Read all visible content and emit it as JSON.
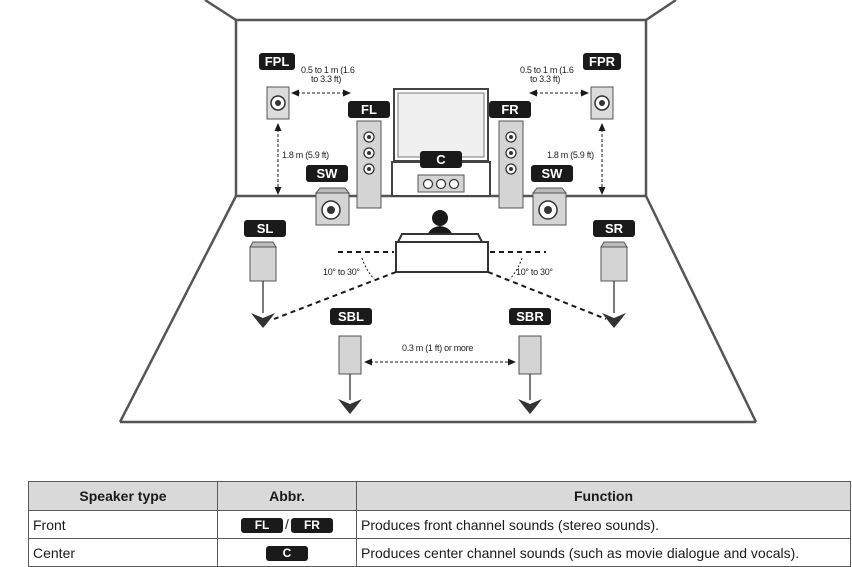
{
  "speakers": {
    "fpl": "FPL",
    "fpr": "FPR",
    "fl": "FL",
    "fr": "FR",
    "c": "C",
    "sw_left": "SW",
    "sw_right": "SW",
    "sl": "SL",
    "sr": "SR",
    "sbl": "SBL",
    "sbr": "SBR"
  },
  "annotations": {
    "presence_left_line1": "0.5 to 1 m (1.6",
    "presence_left_line2": "to 3.3 ft)",
    "presence_right_line1": "0.5 to 1 m (1.6",
    "presence_right_line2": "to 3.3 ft)",
    "height_left": "1.8 m (5.9 ft)",
    "height_right": "1.8 m (5.9 ft)",
    "angle_left": "10° to 30°",
    "angle_right": "10° to 30°",
    "back_spacing": "0.3 m (1 ft) or more"
  },
  "table": {
    "headers": [
      "Speaker type",
      "Abbr.",
      "Function"
    ],
    "rows": [
      {
        "type": "Front",
        "abbr": [
          "FL",
          "FR"
        ],
        "function": "Produces front channel sounds (stereo sounds)."
      },
      {
        "type": "Center",
        "abbr": [
          "C"
        ],
        "function": "Produces center channel sounds (such as movie dialogue and vocals)."
      }
    ]
  }
}
